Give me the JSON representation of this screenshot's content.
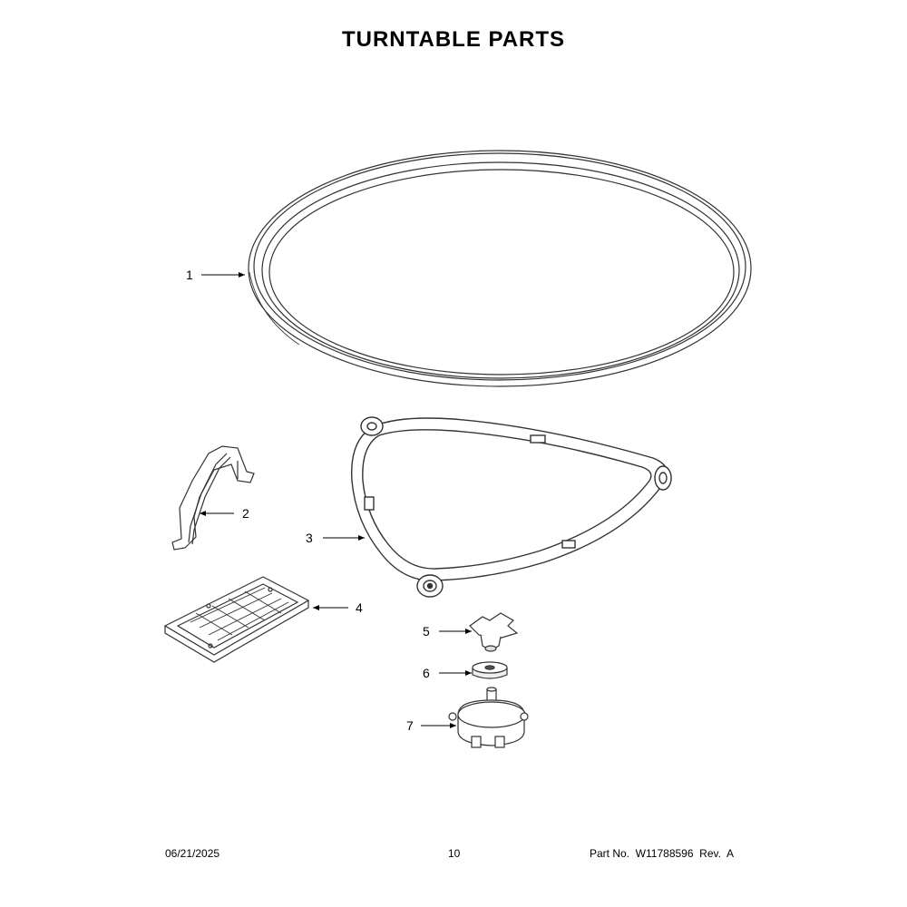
{
  "title": "TURNTABLE PARTS",
  "callouts": [
    "1",
    "2",
    "3",
    "4",
    "5",
    "6",
    "7"
  ],
  "footer": {
    "date": "06/21/2025",
    "page": "10",
    "part": "Part No.  W11788596  Rev.  A"
  }
}
